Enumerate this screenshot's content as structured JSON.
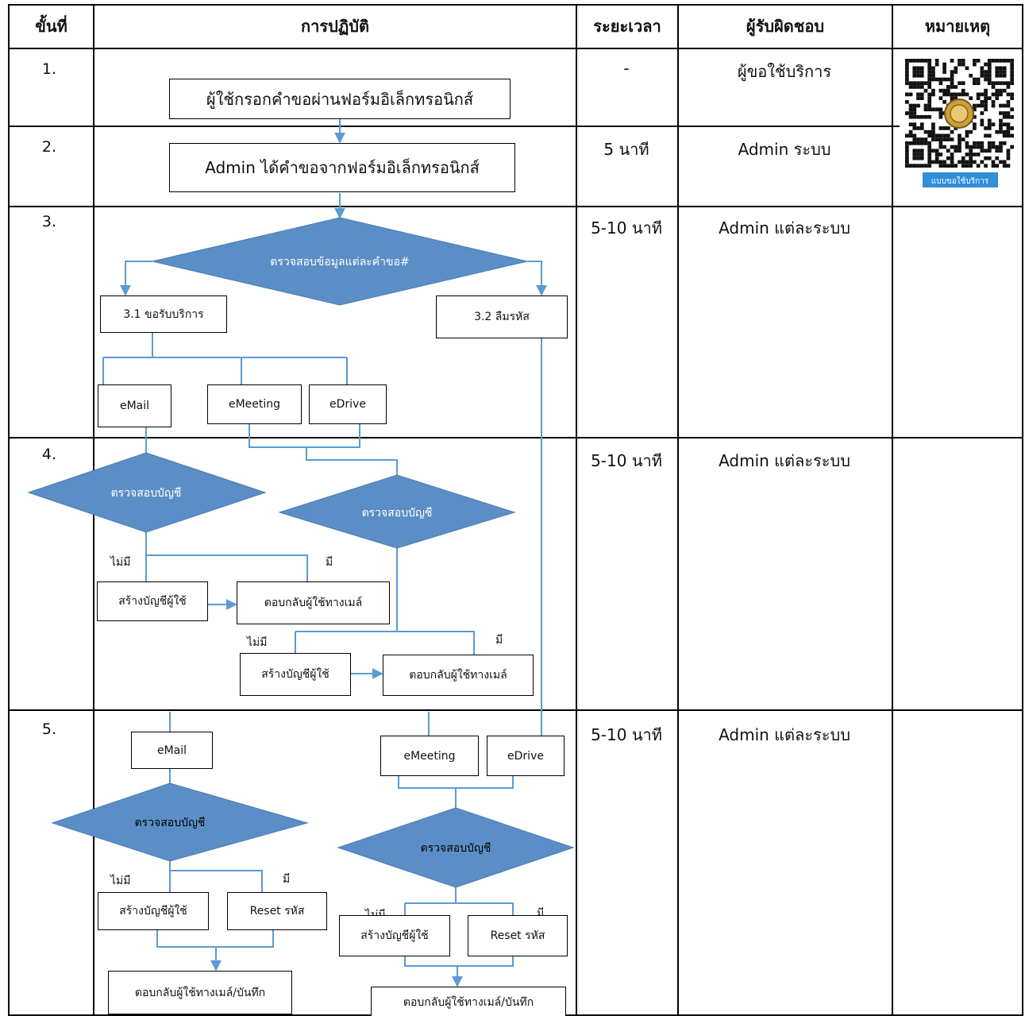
{
  "colors": {
    "diamond": "#5b8ec6",
    "connector": "#5b9bd5",
    "grid": "#000000"
  },
  "headers": {
    "step": "ขั้นที่",
    "action": "การปฏิบัติ",
    "duration": "ระยะเวลา",
    "owner": "ผู้รับผิดชอบ",
    "note": "หมายเหตุ"
  },
  "rows": [
    {
      "step": "1.",
      "duration": "-",
      "owner": "ผู้ขอใช้บริการ"
    },
    {
      "step": "2.",
      "duration": "5 นาที",
      "owner": "Admin ระบบ"
    },
    {
      "step": "3.",
      "duration": "5-10 นาที",
      "owner": "Admin แต่ละระบบ"
    },
    {
      "step": "4.",
      "duration": "5-10 นาที",
      "owner": "Admin แต่ละระบบ"
    },
    {
      "step": "5.",
      "duration": "5-10 นาที",
      "owner": "Admin แต่ละระบบ"
    }
  ],
  "note": {
    "qr_caption": "แบบขอใช้บริการ",
    "qr_icon": "qr-code-with-seal"
  },
  "flow": {
    "step1_box": "ผู้ใช้กรอกคำขอผ่านฟอร์มอิเล็กทรอนิกส์",
    "step2_box": "Admin ได้คำขอจากฟอร์มอิเล็กทรอนิกส์",
    "check_request": "ตรวจสอบข้อมูลแต่ละคำขอ#",
    "request_service": "3.1 ขอรับบริการ",
    "forgot_password": "3.2 ลืมรหัส",
    "email": "eMail",
    "emeeting": "eMeeting",
    "edrive": "eDrive",
    "check_account": "ตรวจสอบบัญชี",
    "no": "ไม่มี",
    "yes": "มี",
    "create_account": "สร้างบัญชีผู้ใช้",
    "reply_email": "ตอบกลับผู้ใช้ทางเมล์",
    "reset_password": "Reset รหัส",
    "reply_record": "ตอบกลับผู้ใช้ทางเมล์/บันทึก"
  }
}
